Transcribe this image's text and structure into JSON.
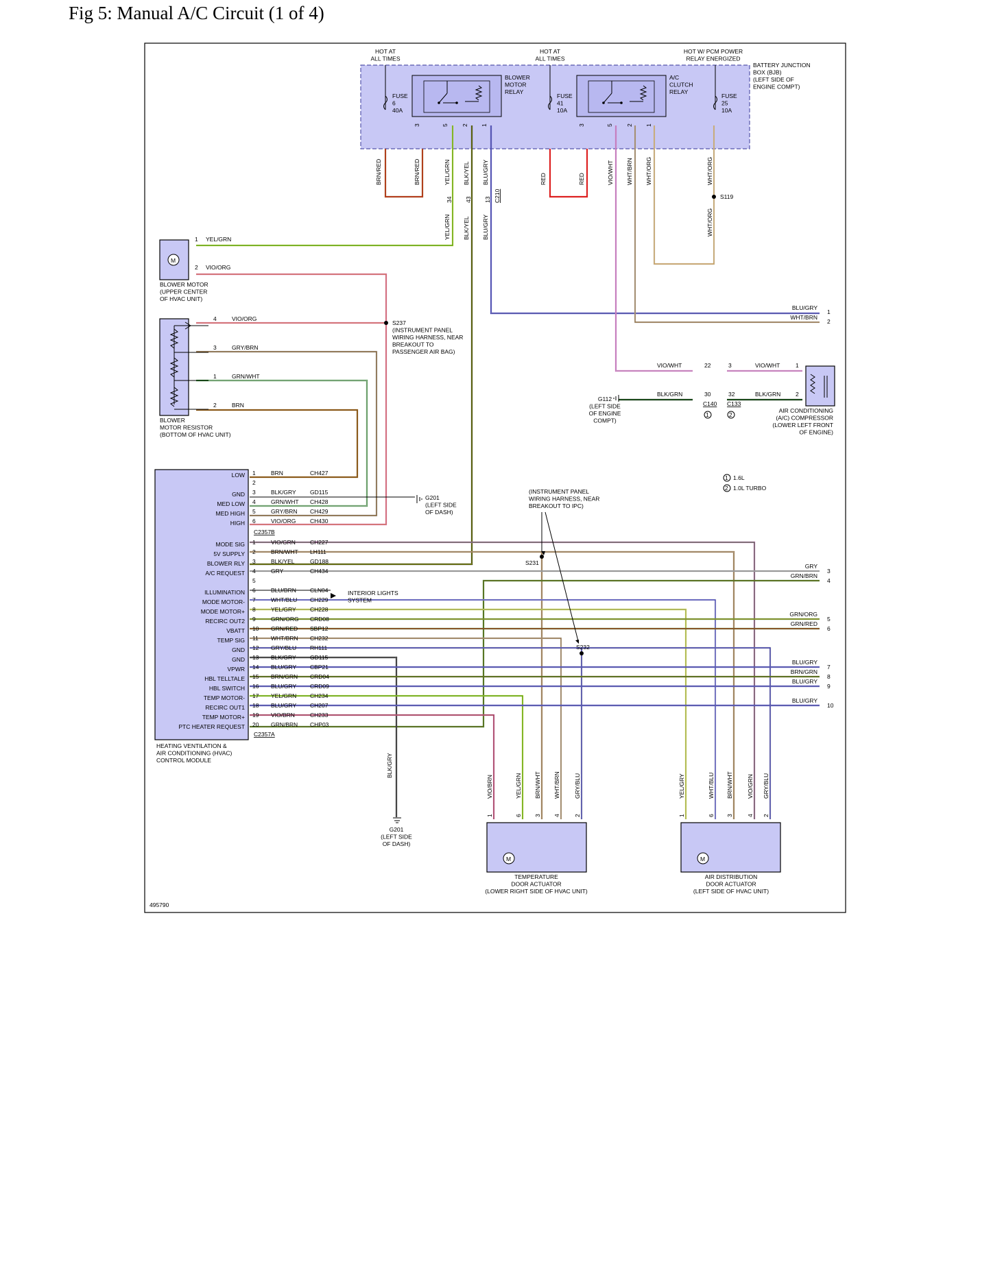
{
  "title": "Fig 5: Manual A/C Circuit (1 of 4)",
  "figure_id": "495790",
  "colors": {
    "component_fill": "#c8c8f5",
    "bjb_border": "#5555aa",
    "YEL": "#c8d820",
    "GRN": "#2e8b2e",
    "VIO": "#d050c0",
    "ORG": "#d89a30",
    "RED": "#dd2020",
    "BRN": "#8b5a1a",
    "BLU": "#2020c8",
    "GRY": "#999999",
    "BLK": "#000000",
    "WHT": "#bbbbbb"
  },
  "bjb": {
    "hot1": "HOT AT\nALL TIMES",
    "hot2": "HOT AT\nALL TIMES",
    "hot3": "HOT W/ PCM POWER\nRELAY ENERGIZED",
    "label": "BATTERY JUNCTION\nBOX (BJB)\n(LEFT SIDE OF\nENGINE COMPT)",
    "fuse6": "FUSE\n6\n40A",
    "fuse41": "FUSE\n41\n10A",
    "fuse25": "FUSE\n25\n10A",
    "blower_relay": "BLOWER\nMOTOR\nRELAY",
    "ac_relay": "A/C\nCLUTCH\nRELAY"
  },
  "relay_pins": [
    "3",
    "5",
    "2",
    "1"
  ],
  "bjb_wires": [
    "BRN/RED",
    "BRN/RED",
    "YEL/GRN",
    "BLK/YEL",
    "BLU/GRY",
    "RED",
    "RED",
    "VIO/WHT",
    "WHT/BRN",
    "WHT/ORG",
    "WHT/ORG"
  ],
  "c210": {
    "label": "C210",
    "pins": [
      "34",
      "43",
      "13"
    ],
    "wires": [
      "YEL/GRN",
      "BLK/YEL",
      "BLU/GRY"
    ]
  },
  "s119": "S119",
  "blower_motor": {
    "label": "BLOWER MOTOR\n(UPPER CENTER\nOF HVAC UNIT)",
    "pins": [
      {
        "pin": "1",
        "wire": "YEL/GRN"
      },
      {
        "pin": "2",
        "wire": "VIO/ORG"
      }
    ]
  },
  "blower_resistor": {
    "label": "BLOWER\nMOTOR RESISTOR\n(BOTTOM OF HVAC UNIT)",
    "pins": [
      {
        "pin": "4",
        "wire": "VIO/ORG"
      },
      {
        "pin": "3",
        "wire": "GRY/BRN"
      },
      {
        "pin": "1",
        "wire": "GRN/WHT"
      },
      {
        "pin": "2",
        "wire": "BRN"
      }
    ]
  },
  "s237": "S237\n(INSTRUMENT PANEL\nWIRING HARNESS, NEAR\nBREAKOUT TO\nPASSENGER AIR BAG)",
  "right_out_top": [
    {
      "wire": "BLU/GRY",
      "num": "1"
    },
    {
      "wire": "WHT/BRN",
      "num": "2"
    }
  ],
  "compressor": {
    "label": "AIR CONDITIONING\n(A/C) COMPRESSOR\n(LOWER LEFT FRONT\nOF ENGINE)",
    "rows": [
      {
        "wire_left": "VIO/WHT",
        "c140": "22",
        "c133": "3",
        "wire_right": "VIO/WHT",
        "pin": "1"
      },
      {
        "wire_left": "BLK/GRN",
        "c140": "30",
        "c133": "32",
        "wire_right": "BLK/GRN",
        "pin": "2"
      }
    ],
    "c140": "C140",
    "c133": "C133",
    "n1": "1",
    "n2": "2"
  },
  "g112": "G112\n(LEFT SIDE\nOF ENGINE\nCOMPT)",
  "legend": [
    {
      "n": "1",
      "text": "1.6L"
    },
    {
      "n": "2",
      "text": "1.0L TURBO"
    }
  ],
  "hvac": {
    "label": "HEATING VENTILATION &\nAIR CONDITIONING (HVAC)\nCONTROL MODULE",
    "c2357b": {
      "name": "C2357B",
      "pins": [
        {
          "func": "LOW",
          "pin": "1",
          "wire": "BRN",
          "circuit": "CH427"
        },
        {
          "func": "",
          "pin": "2",
          "wire": "",
          "circuit": ""
        },
        {
          "func": "GND",
          "pin": "3",
          "wire": "BLK/GRY",
          "circuit": "GD115"
        },
        {
          "func": "MED LOW",
          "pin": "4",
          "wire": "GRN/WHT",
          "circuit": "CH428"
        },
        {
          "func": "MED HIGH",
          "pin": "5",
          "wire": "GRY/BRN",
          "circuit": "CH429"
        },
        {
          "func": "HIGH",
          "pin": "6",
          "wire": "VIO/ORG",
          "circuit": "CH430"
        }
      ]
    },
    "c2357a": {
      "name": "C2357A",
      "pins": [
        {
          "func": "MODE SIG",
          "pin": "1",
          "wire": "VIO/GRN",
          "circuit": "CH227"
        },
        {
          "func": "5V SUPPLY",
          "pin": "2",
          "wire": "BRN/WHT",
          "circuit": "LH111"
        },
        {
          "func": "BLOWER RLY",
          "pin": "3",
          "wire": "BLK/YEL",
          "circuit": "GD188"
        },
        {
          "func": "A/C REQUEST",
          "pin": "4",
          "wire": "GRY",
          "circuit": "CH434"
        },
        {
          "func": "",
          "pin": "5",
          "wire": "",
          "circuit": ""
        },
        {
          "func": "ILLUMINATION",
          "pin": "6",
          "wire": "BLU/BRN",
          "circuit": "CLN04"
        },
        {
          "func": "MODE MOTOR-",
          "pin": "7",
          "wire": "WHT/BLU",
          "circuit": "CH229"
        },
        {
          "func": "MODE MOTOR+",
          "pin": "8",
          "wire": "YEL/GRY",
          "circuit": "CH228"
        },
        {
          "func": "RECIRC OUT2",
          "pin": "9",
          "wire": "GRN/ORG",
          "circuit": "CRD08"
        },
        {
          "func": "VBATT",
          "pin": "10",
          "wire": "GRN/RED",
          "circuit": "SBP12"
        },
        {
          "func": "TEMP SIG",
          "pin": "11",
          "wire": "WHT/BRN",
          "circuit": "CH232"
        },
        {
          "func": "GND",
          "pin": "12",
          "wire": "GRY/BLU",
          "circuit": "RH111"
        },
        {
          "func": "GND",
          "pin": "13",
          "wire": "BLK/GRY",
          "circuit": "GD115"
        },
        {
          "func": "VPWR",
          "pin": "14",
          "wire": "BLU/GRY",
          "circuit": "CBP21"
        },
        {
          "func": "HBL TELLTALE",
          "pin": "15",
          "wire": "BRN/GRN",
          "circuit": "CRD04"
        },
        {
          "func": "HBL SWITCH",
          "pin": "16",
          "wire": "BLU/GRY",
          "circuit": "CRD09"
        },
        {
          "func": "TEMP MOTOR-",
          "pin": "17",
          "wire": "YEL/GRN",
          "circuit": "CH234"
        },
        {
          "func": "RECIRC OUT1",
          "pin": "18",
          "wire": "BLU/GRY",
          "circuit": "CH207"
        },
        {
          "func": "TEMP MOTOR+",
          "pin": "19",
          "wire": "VIO/BRN",
          "circuit": "CH233"
        },
        {
          "func": "PTC HEATER REQUEST",
          "pin": "20",
          "wire": "GRN/BRN",
          "circuit": "CHP03"
        }
      ]
    }
  },
  "g201_top": "G201\n(LEFT SIDE\nOF DASH)",
  "g201_bottom": "G201\n(LEFT SIDE\nOF DASH)",
  "g201_bottom_wire": "BLK/GRY",
  "ip_note": "(INSTRUMENT PANEL\nWIRING HARNESS, NEAR\nBREAKOUT TO IPC)",
  "s231": "S231",
  "s232": "S232",
  "interior_lights": "INTERIOR LIGHTS\nSYSTEM",
  "right_outputs": [
    {
      "wire": "GRY",
      "num": "3"
    },
    {
      "wire": "GRN/BRN",
      "num": "4"
    },
    {
      "wire": "GRN/ORG",
      "num": "5"
    },
    {
      "wire": "GRN/RED",
      "num": "6"
    },
    {
      "wire": "BLU/GRY",
      "num": "7"
    },
    {
      "wire": "BRN/GRN",
      "num": "8"
    },
    {
      "wire": "BLU/GRY",
      "num": "9"
    },
    {
      "wire": "BLU/GRY",
      "num": "10"
    }
  ],
  "temp_actuator": {
    "label": "TEMPERATURE\nDOOR ACTUATOR\n(LOWER RIGHT SIDE OF HVAC UNIT)",
    "wires": [
      "VIO/BRN",
      "YEL/GRN",
      "BRN/WHT",
      "WHT/BRN",
      "GRY/BLU"
    ],
    "pins": [
      "1",
      "6",
      "3",
      "4",
      "2"
    ]
  },
  "air_actuator": {
    "label": "AIR DISTRIBUTION\nDOOR ACTUATOR\n(LEFT SIDE OF HVAC UNIT)",
    "wires": [
      "YEL/GRY",
      "WHT/BLU",
      "BRN/WHT",
      "VIO/GRN",
      "GRY/BLU"
    ],
    "pins": [
      "1",
      "6",
      "3",
      "4",
      "2"
    ]
  }
}
